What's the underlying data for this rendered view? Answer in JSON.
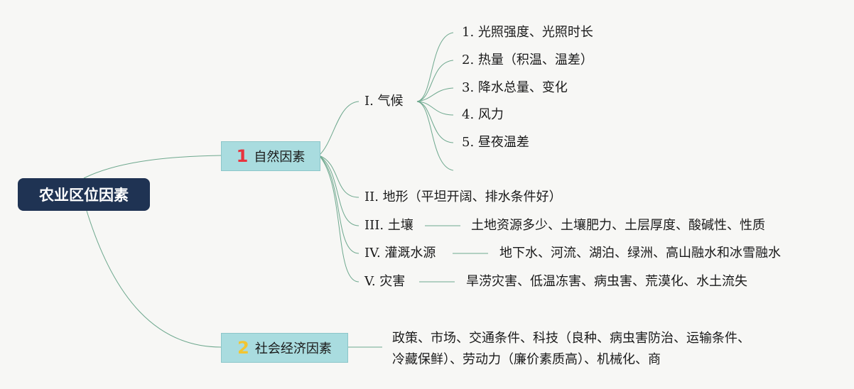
{
  "root": {
    "label": "农业区位因素"
  },
  "natural": {
    "number": "1",
    "number_color": "#e8343e",
    "label": "自然因素",
    "climate": {
      "label": "I. 气候",
      "items": [
        "1. 光照强度、光照时长",
        "2. 热量（积温、温差）",
        "3. 降水总量、变化",
        "4. 风力",
        "5. 昼夜温差"
      ]
    },
    "terrain": {
      "label": "II. 地形（平坦开阔、排水条件好）"
    },
    "soil": {
      "label": "III. 土壤",
      "detail": "土地资源多少、土壤肥力、土层厚度、酸碱性、性质"
    },
    "irrigation": {
      "label": "IV. 灌溉水源",
      "detail": "地下水、河流、湖泊、绿洲、高山融水和冰雪融水"
    },
    "disaster": {
      "label": "V. 灾害",
      "detail": "旱涝灾害、低温冻害、病虫害、荒漠化、水土流失"
    }
  },
  "social": {
    "number": "2",
    "number_color": "#f2c531",
    "label": "社会经济因素",
    "detail": "政策、市场、交通条件、科技（良种、病虫害防治、运输条件、冷藏保鲜）、劳动力（廉价素质高）、机械化、商"
  },
  "colors": {
    "line": "#6ea88e",
    "root_bg": "#1f3353",
    "node_bg": "#a9dcdf"
  }
}
